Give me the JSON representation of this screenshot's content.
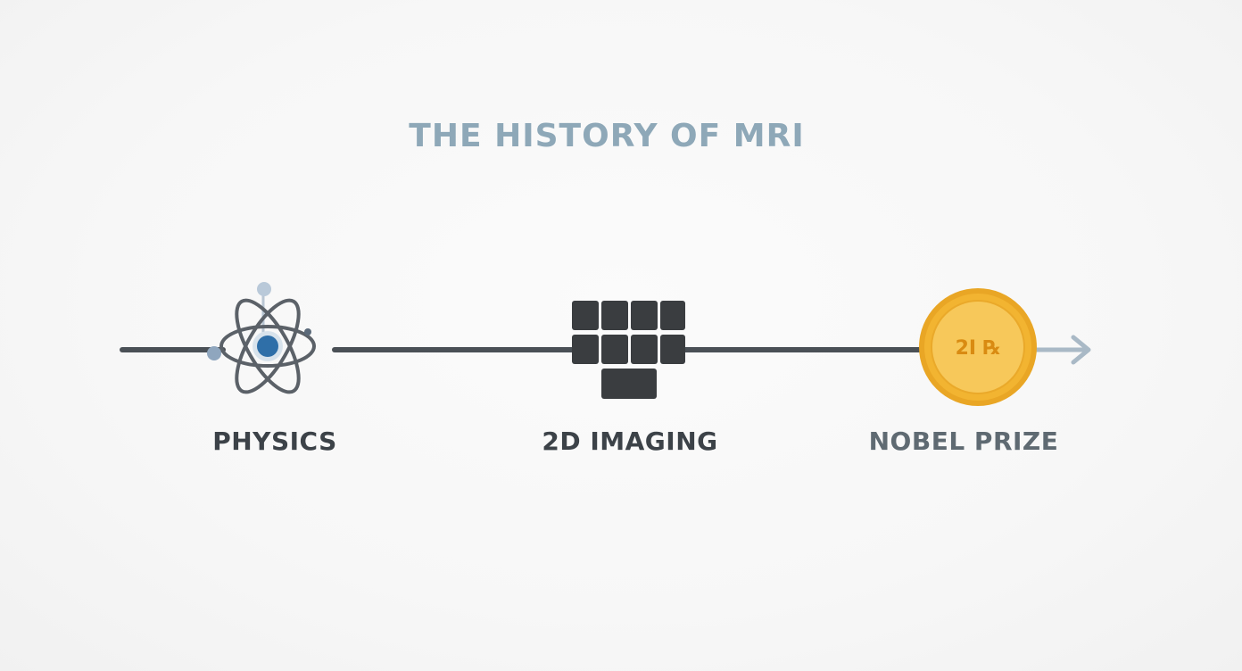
{
  "title": "THE HISTORY OF MRI",
  "milestones": [
    {
      "label": "PHYSICS",
      "icon": "atom-icon"
    },
    {
      "label": "2D IMAGING",
      "icon": "grid-blocks-icon"
    },
    {
      "label": "NOBEL PRIZE",
      "icon": "gold-medal-icon",
      "medal_text": "2I ℞"
    }
  ],
  "colors": {
    "title": "#8ea8b8",
    "line": "#4a5056",
    "atom_nucleus": "#2f6fa8",
    "atom_orbit": "#5b6168",
    "grid_block": "#3a3d40",
    "medal_gold": "#f2b431",
    "medal_inner": "#f7c85a",
    "arrow": "#a9b9c6"
  }
}
